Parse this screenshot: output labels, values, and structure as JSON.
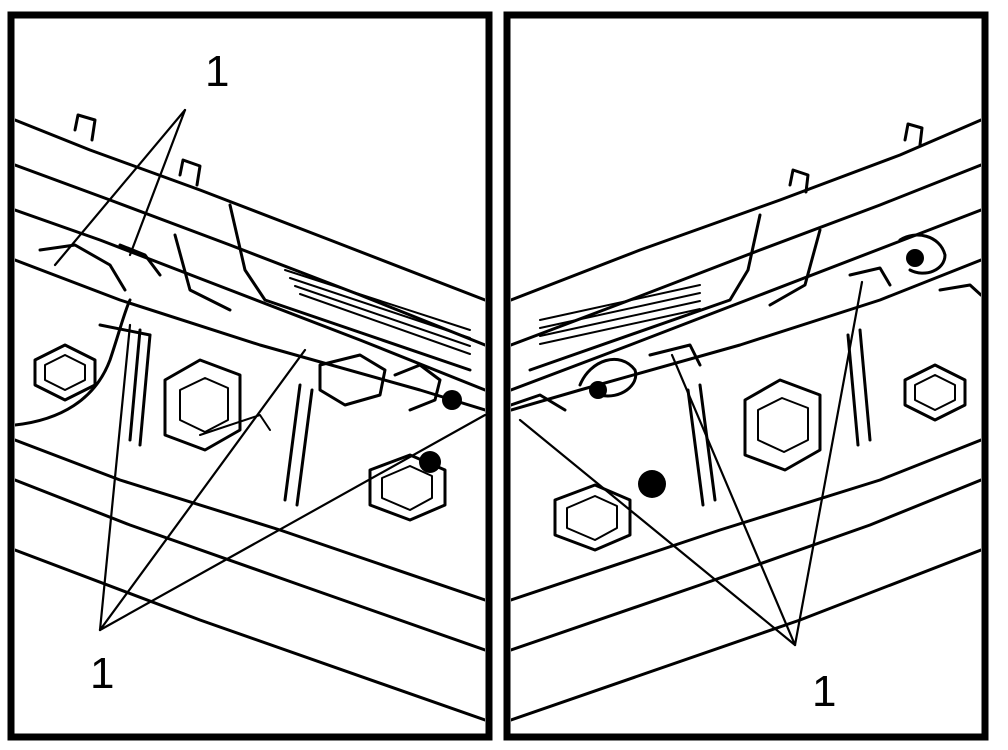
{
  "panels": [
    {
      "callouts": [
        "1",
        "1"
      ]
    },
    {
      "callouts": [
        "1"
      ]
    }
  ]
}
